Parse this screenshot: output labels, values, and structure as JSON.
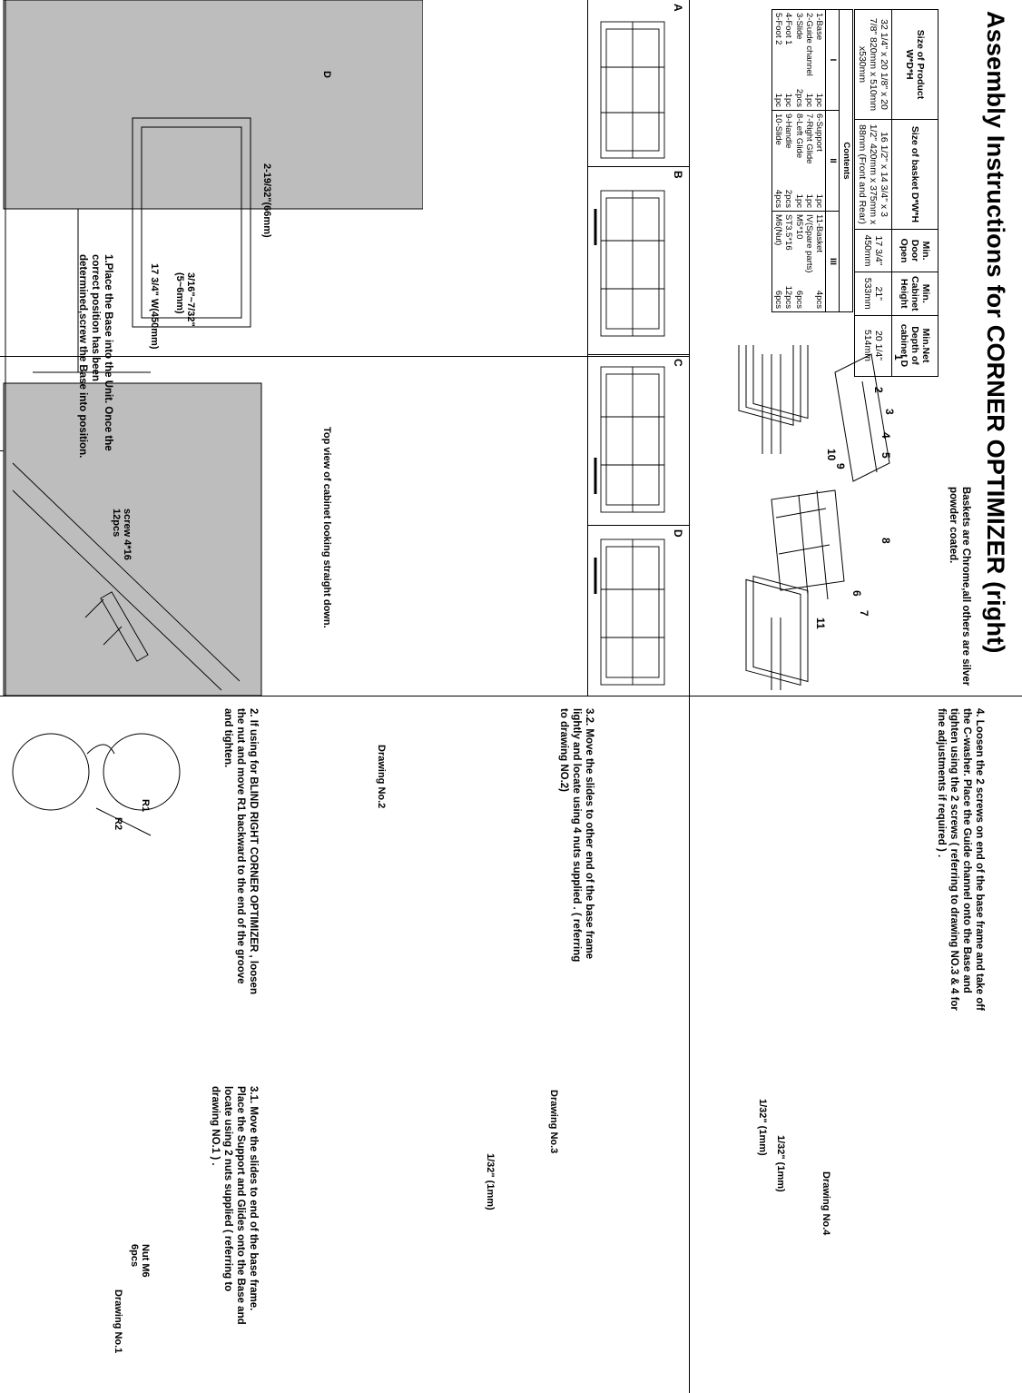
{
  "title": "Assembly Instructions for CORNER OPTIMIZER (right)",
  "spec_table": {
    "headers": [
      "Size of  Product W*D*H",
      "Size of basket D*W*H",
      "Min. Door Open",
      "Min. Cabinet Height",
      "Min.Net Depth of cabinet D"
    ],
    "row": [
      "32 1/4\" x 20 1/8\" x 20 7/8\"  820mm x 510mm x530mm",
      "16 1/2\" x 14 3/4\" x 3 1/2\"  420mm x 375mm x 88mm (Front and Rear)",
      "17 3/4\"  450mm",
      "21\"  533mm",
      "20 1/4\"  514mm"
    ]
  },
  "contents_table": {
    "title": "Contents",
    "columns": [
      "I",
      "II",
      "III"
    ],
    "col1": [
      {
        "name": "1-Base",
        "qty": "1pc"
      },
      {
        "name": "2-Guide channel",
        "qty": "1pc"
      },
      {
        "name": "3-Slide",
        "qty": "2pcs"
      },
      {
        "name": "4-Foot 1",
        "qty": "1pc"
      },
      {
        "name": "5-Foot 2",
        "qty": "1pc"
      }
    ],
    "col2": [
      {
        "name": "6-Support",
        "qty": "1pc"
      },
      {
        "name": "7-Right Glide",
        "qty": "1pc"
      },
      {
        "name": "8-Left Glide",
        "qty": "1pc"
      },
      {
        "name": "9-Handle",
        "qty": "2pcs"
      },
      {
        "name": "10-Slide",
        "qty": "4pcs"
      }
    ],
    "col3": [
      {
        "name": "11-Basket",
        "qty": "4pcs"
      },
      {
        "name": "IV(Spare parts)",
        "qty": ""
      },
      {
        "name": "M5*10",
        "qty": "6pcs"
      },
      {
        "name": "ST3.5*16",
        "qty": "12pcs"
      },
      {
        "name": "M6(Nut)",
        "qty": "6pcs"
      }
    ]
  },
  "basket_note": "Baskets are Chrome,all others are silver powder coated.",
  "part_numbers": [
    "1",
    "2",
    "3",
    "4",
    "5",
    "6",
    "7",
    "8",
    "9",
    "10",
    "11"
  ],
  "sequence_labels": [
    "A",
    "B",
    "C",
    "D"
  ],
  "top_view": {
    "dim_d": "D",
    "dim_66": "2-19/32\"(66mm)",
    "dim_gap": "3/16\"~7/32\" (5~6mm)",
    "dim_w": "17 3/4\" W(450mm)",
    "caption": "Top view of cabinet looking straight down."
  },
  "step1": "1.Place the Base into the Unit. Once the correct position has been determined,screw the Base into position.",
  "screw_label": "screw 4*16 12pcs",
  "step2": "2. If using for  BLIND RIGHT CORNER OPTIMIZER , loosen the nut and move R1 backward to the end of the groove and tighten.",
  "r1": "R1",
  "r2": "R2",
  "step31": "3.1. Move the slides to end of the base frame. Place the Support and Glides onto the Base and locate using 2 nuts supplied ( referring to drawing NO.1 ) .",
  "drawing1": "Drawing No.1",
  "nut_label": "Nut M6 6pcs",
  "step32": "3.2. Move the slides to other end of the base frame lightly and locate using 4 nuts supplied . ( referring to drawing NO.2)",
  "drawing2": "Drawing No.2",
  "drawing3": "Drawing No.3",
  "dim3": "1/32\" (1mm)",
  "step4": "4. Loosen the 2 screws on end of the base frame and take off the C-washer. Place the Guide  channel  onto the Base and  tighten using the 2 screws ( referring to drawing  NO.3 & 4 for fine adjustments if required ) .",
  "drawing4": "Drawing No.4",
  "dim4a": "1/32\" (1mm)",
  "dim4b": "1/32\" (1mm)"
}
